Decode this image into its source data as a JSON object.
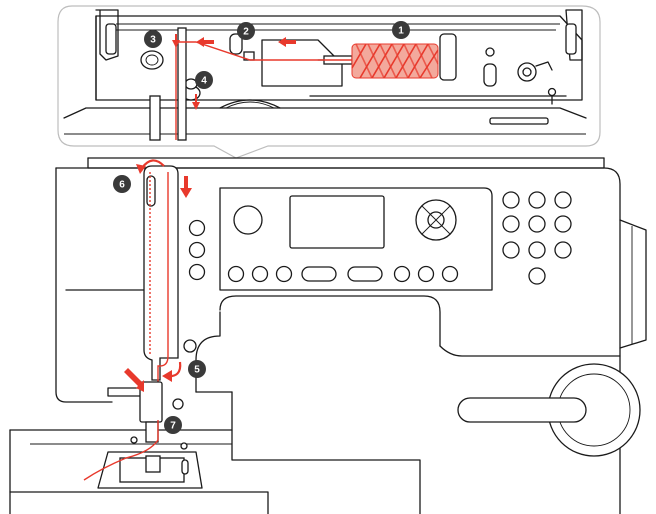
{
  "steps": [
    {
      "number": "1"
    },
    {
      "number": "2"
    },
    {
      "number": "3"
    },
    {
      "number": "4"
    },
    {
      "number": "5"
    },
    {
      "number": "6"
    },
    {
      "number": "7"
    }
  ],
  "colors": {
    "thread": "#e8392c",
    "badge": "#3a3a3a",
    "outline": "#1a1a1a",
    "inset_border": "#bdbdbd"
  }
}
